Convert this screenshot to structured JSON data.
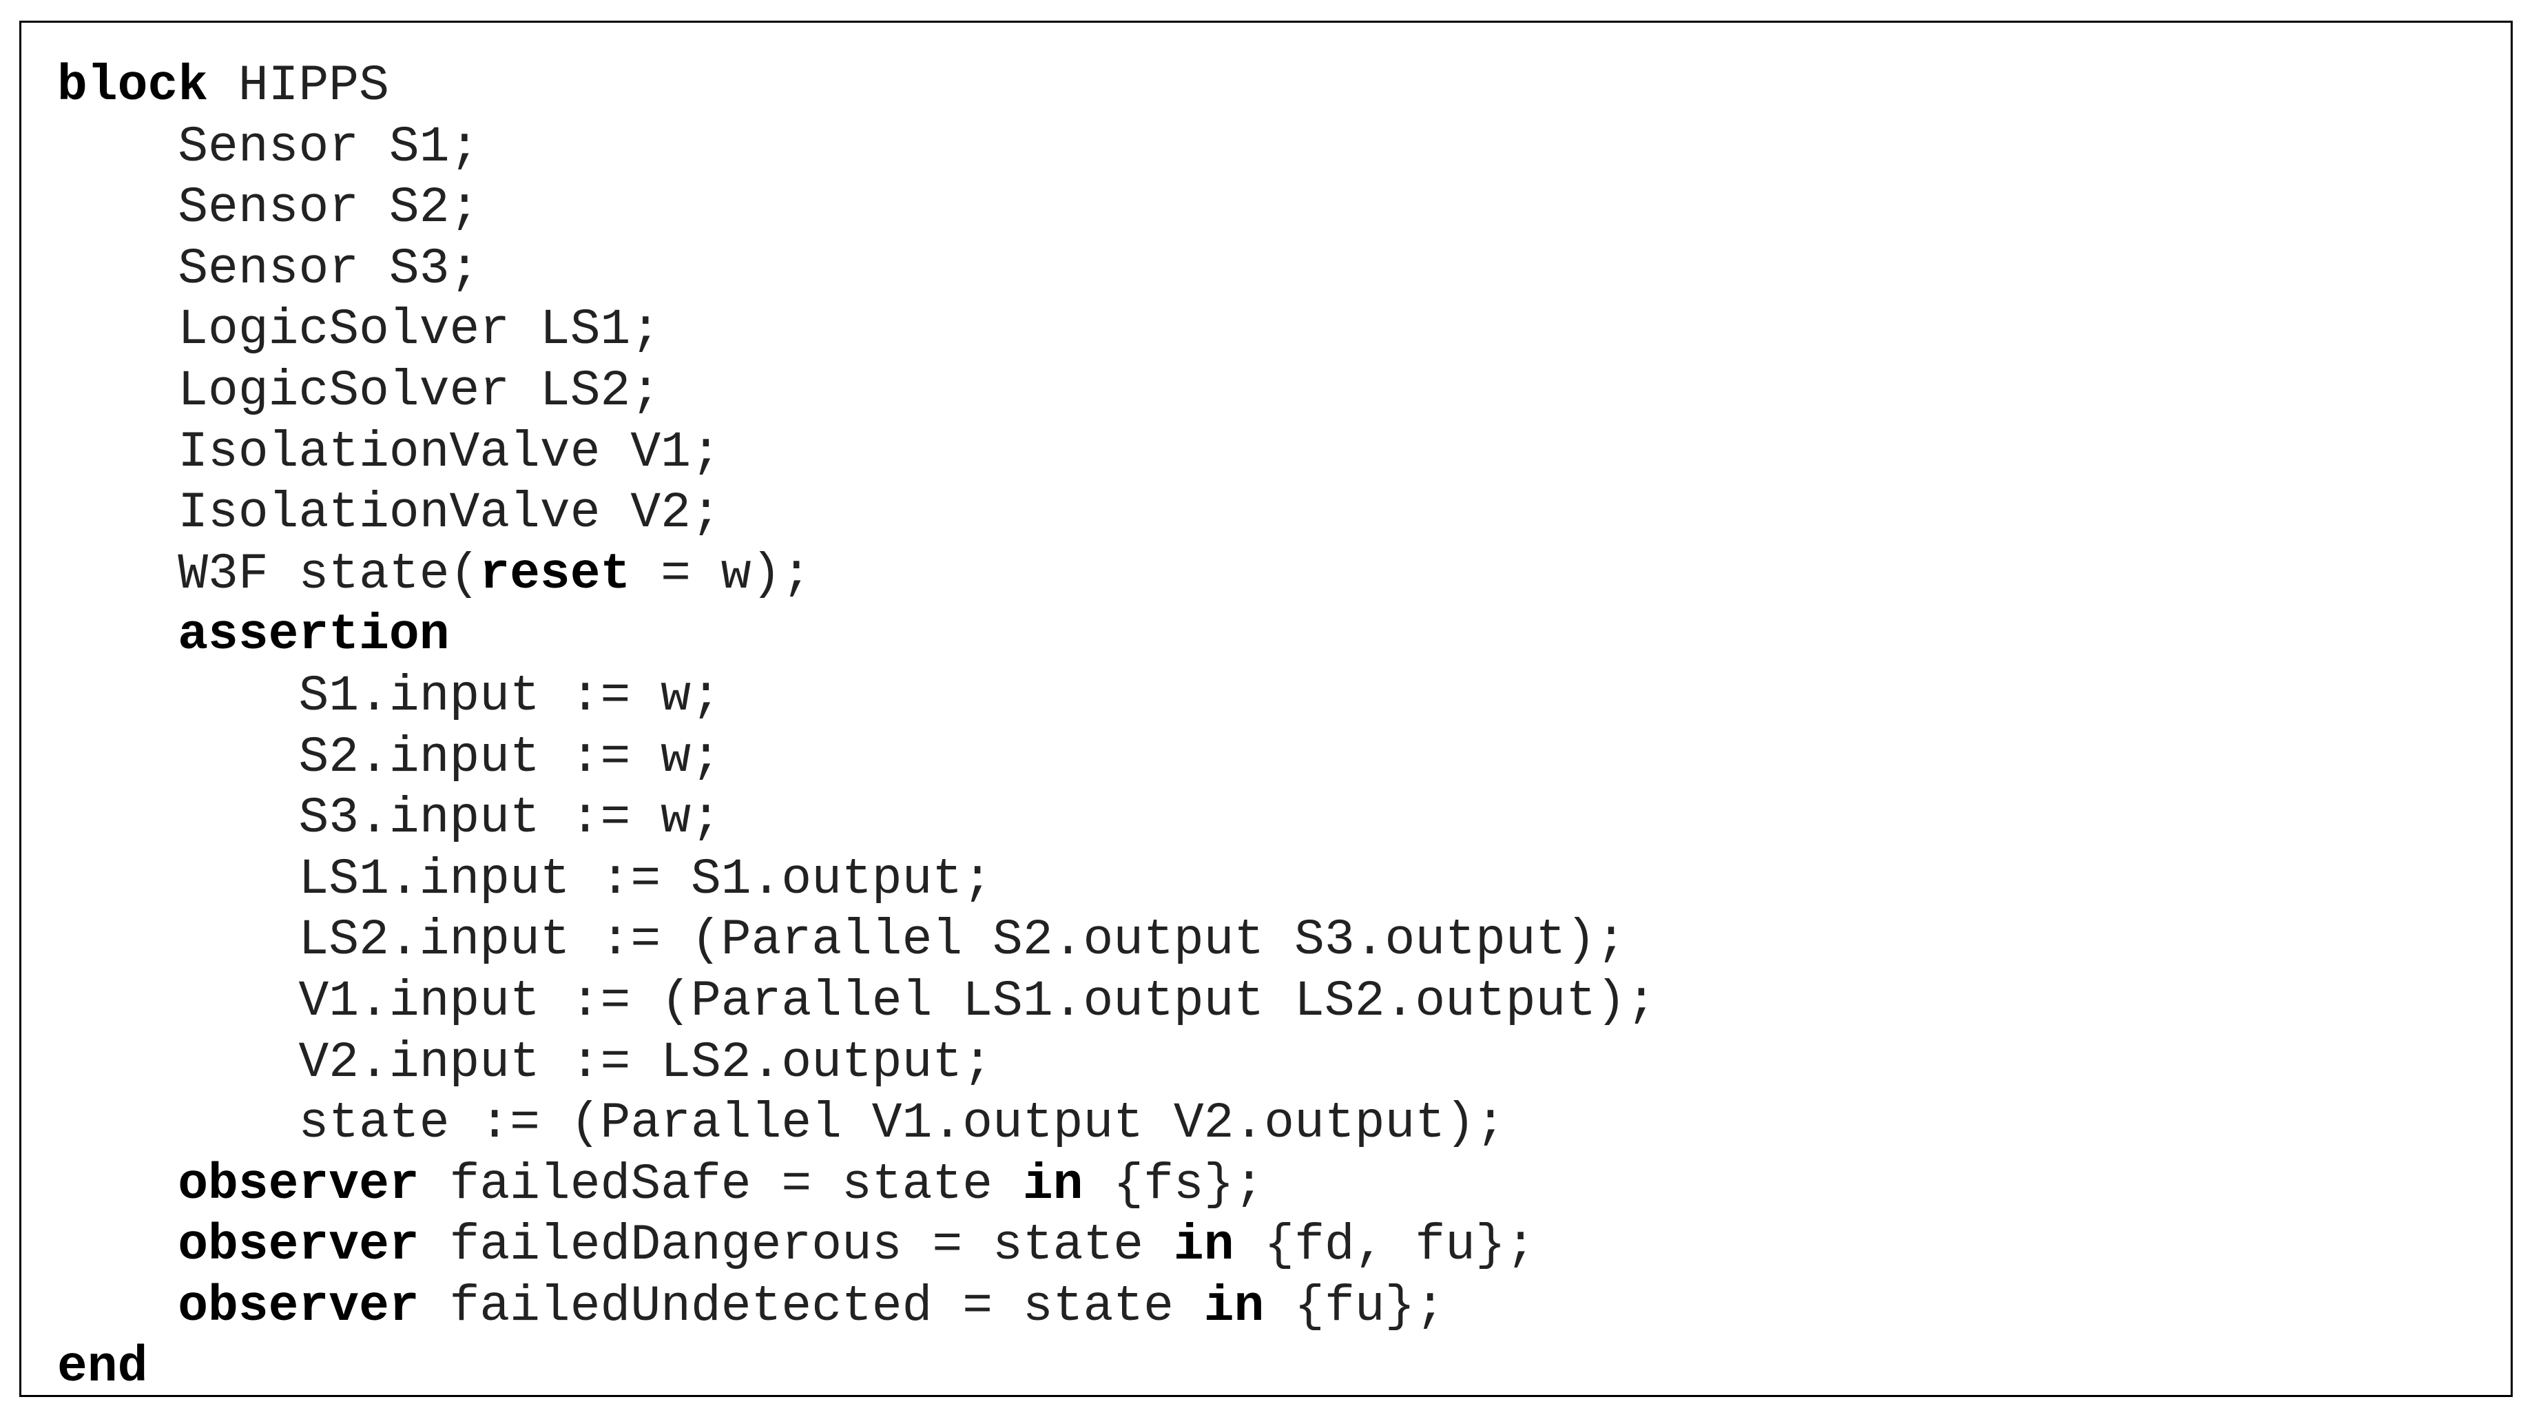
{
  "code_lines": [
    {
      "indent": "",
      "segments": [
        {
          "text": "block",
          "kw": true
        },
        {
          "text": " HIPPS",
          "kw": false
        }
      ]
    },
    {
      "indent": "    ",
      "segments": [
        {
          "text": "Sensor S1;",
          "kw": false
        }
      ]
    },
    {
      "indent": "    ",
      "segments": [
        {
          "text": "Sensor S2;",
          "kw": false
        }
      ]
    },
    {
      "indent": "    ",
      "segments": [
        {
          "text": "Sensor S3;",
          "kw": false
        }
      ]
    },
    {
      "indent": "    ",
      "segments": [
        {
          "text": "LogicSolver LS1;",
          "kw": false
        }
      ]
    },
    {
      "indent": "    ",
      "segments": [
        {
          "text": "LogicSolver LS2;",
          "kw": false
        }
      ]
    },
    {
      "indent": "    ",
      "segments": [
        {
          "text": "IsolationValve V1;",
          "kw": false
        }
      ]
    },
    {
      "indent": "    ",
      "segments": [
        {
          "text": "IsolationValve V2;",
          "kw": false
        }
      ]
    },
    {
      "indent": "    ",
      "segments": [
        {
          "text": "W3F state(",
          "kw": false
        },
        {
          "text": "reset",
          "kw": true
        },
        {
          "text": " = w);",
          "kw": false
        }
      ]
    },
    {
      "indent": "    ",
      "segments": [
        {
          "text": "assertion",
          "kw": true
        }
      ]
    },
    {
      "indent": "        ",
      "segments": [
        {
          "text": "S1.input := w;",
          "kw": false
        }
      ]
    },
    {
      "indent": "        ",
      "segments": [
        {
          "text": "S2.input := w;",
          "kw": false
        }
      ]
    },
    {
      "indent": "        ",
      "segments": [
        {
          "text": "S3.input := w;",
          "kw": false
        }
      ]
    },
    {
      "indent": "        ",
      "segments": [
        {
          "text": "LS1.input := S1.output;",
          "kw": false
        }
      ]
    },
    {
      "indent": "        ",
      "segments": [
        {
          "text": "LS2.input := (Parallel S2.output S3.output);",
          "kw": false
        }
      ]
    },
    {
      "indent": "        ",
      "segments": [
        {
          "text": "V1.input := (Parallel LS1.output LS2.output);",
          "kw": false
        }
      ]
    },
    {
      "indent": "        ",
      "segments": [
        {
          "text": "V2.input := LS2.output;",
          "kw": false
        }
      ]
    },
    {
      "indent": "        ",
      "segments": [
        {
          "text": "state := (Parallel V1.output V2.output);",
          "kw": false
        }
      ]
    },
    {
      "indent": "    ",
      "segments": [
        {
          "text": "observer",
          "kw": true
        },
        {
          "text": " failedSafe = state ",
          "kw": false
        },
        {
          "text": "in",
          "kw": true
        },
        {
          "text": " {fs};",
          "kw": false
        }
      ]
    },
    {
      "indent": "    ",
      "segments": [
        {
          "text": "observer",
          "kw": true
        },
        {
          "text": " failedDangerous = state ",
          "kw": false
        },
        {
          "text": "in",
          "kw": true
        },
        {
          "text": " {fd, fu};",
          "kw": false
        }
      ]
    },
    {
      "indent": "    ",
      "segments": [
        {
          "text": "observer",
          "kw": true
        },
        {
          "text": " failedUndetected = state ",
          "kw": false
        },
        {
          "text": "in",
          "kw": true
        },
        {
          "text": " {fu};",
          "kw": false
        }
      ]
    },
    {
      "indent": "",
      "segments": [
        {
          "text": "end",
          "kw": true
        }
      ]
    }
  ]
}
